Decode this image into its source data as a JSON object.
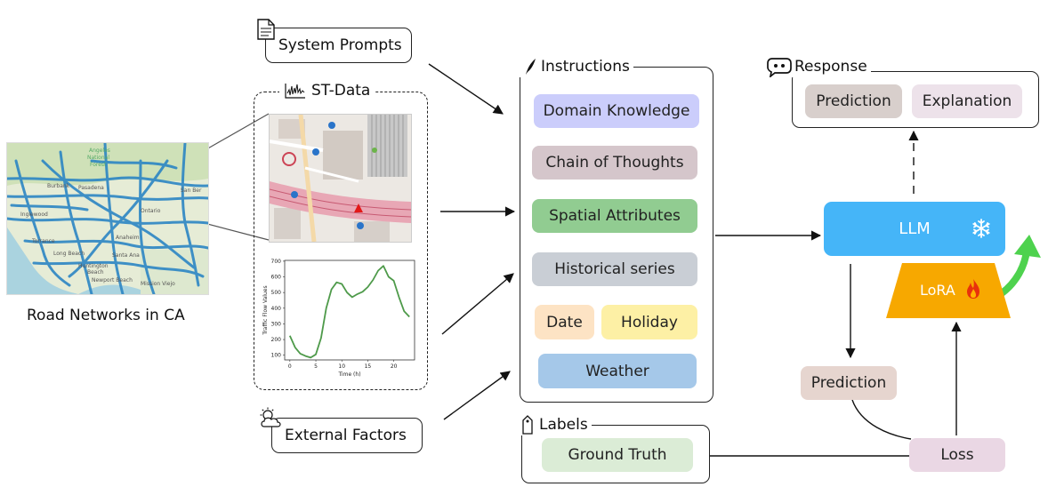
{
  "road_networks": {
    "label": "Road Networks in CA"
  },
  "system_prompts": {
    "label": "System Prompts"
  },
  "st_data": {
    "label": "ST-Data"
  },
  "external_factors": {
    "label": "External Factors"
  },
  "traffic_chart": {
    "ylabel": "Traffic Flow Values",
    "xlabel": "Time (h)",
    "yticks": [
      "100",
      "200",
      "300",
      "400",
      "500",
      "600",
      "700"
    ],
    "xticks": [
      "0",
      "5",
      "10",
      "15",
      "20"
    ]
  },
  "chart_data": {
    "type": "line",
    "xlabel": "Time (h)",
    "ylabel": "Traffic Flow Values",
    "xlim": [
      -1,
      24
    ],
    "ylim": [
      70,
      705
    ],
    "x": [
      0,
      1,
      2,
      3,
      4,
      5,
      6,
      7,
      8,
      9,
      10,
      11,
      12,
      13,
      14,
      15,
      16,
      17,
      18,
      19,
      20,
      21,
      22,
      23
    ],
    "series": [
      {
        "values": [
          225,
          150,
          110,
          95,
          85,
          105,
          210,
          400,
          520,
          565,
          555,
          500,
          470,
          490,
          505,
          535,
          580,
          640,
          670,
          600,
          575,
          470,
          380,
          345
        ]
      }
    ],
    "grid": false,
    "colors": {
      "line": "#4e9a4a"
    }
  },
  "instructions": {
    "title": "Instructions",
    "items": {
      "domain": "Domain Knowledge",
      "chain": "Chain of Thoughts",
      "spatial": "Spatial Attributes",
      "historical": "Historical series",
      "date": "Date",
      "holiday": "Holiday",
      "weather": "Weather"
    }
  },
  "labels": {
    "title": "Labels",
    "ground_truth": "Ground Truth"
  },
  "response": {
    "title": "Response",
    "prediction": "Prediction",
    "explanation": "Explanation"
  },
  "model": {
    "llm": "LLM",
    "lora": "LoRA",
    "prediction": "Prediction",
    "loss": "Loss"
  },
  "map_labels": {
    "angeles": "Angeles",
    "national": "National",
    "forest": "Forest",
    "san_ber": "San Ber",
    "burbank": "Burbank",
    "pasadena": "Pasadena",
    "inglewood": "Inglewood",
    "torrance": "Torrance",
    "long_beach": "Long Beach",
    "ontario": "Ontario",
    "huntington": "Huntington",
    "beach": "Beach",
    "newport": "Newport Beach",
    "mission_viejo": "Mission Viejo",
    "santa_ana": "Santa Ana",
    "anaheim": "Anaheim"
  },
  "colors": {
    "domain": "#cbcdfb",
    "chain": "#d5c6cb",
    "spatial": "#91cc91",
    "historical": "#c9ced5",
    "date": "#fde3c4",
    "holiday": "#fdf0a5",
    "weather": "#a5c8e9",
    "ground_truth": "#dbecd6",
    "resp_prediction": "#d8cfcc",
    "resp_explanation": "#ede2ea",
    "llm": "#45b5f8",
    "lora": "#f7a800",
    "pred2": "#e6d5cf",
    "loss": "#ead7e4",
    "green_arrow": "#4ed24e"
  }
}
